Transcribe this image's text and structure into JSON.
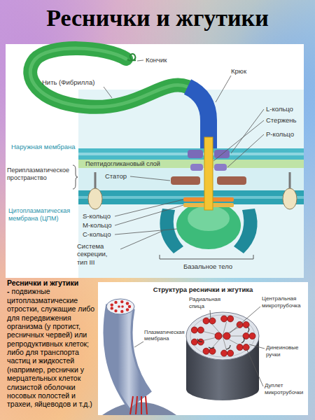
{
  "diagram": {
    "title": "Реснички и жгутики",
    "nodes": [
      {
        "text": [
          "Структура реснички и жгутика"
        ]
      }
    ],
    "labels": [
      "Кончик",
      "Нить (Фибрилла)",
      "Крюк",
      "L-кольцо",
      "Стержень",
      "P-кольцо",
      "Наружная мембрана",
      "Пептидогликановый слой",
      "Периплазматическое пространство",
      "Статор",
      "Цитоплазматическая мембрана (ЦПМ)",
      "S-кольцо",
      "M-кольцо",
      "C-кольцо",
      "Система секреции, тип III",
      "Базальное тело",
      "Реснички и жгутики -",
      "подвижные цитоплазматические отростки, служащие либо для передвижения организма (у протист, ресничных червей) или репродуктивных клеток; либо для транспорта частиц и жидкостей (например, реснички у мерцательных клеток слизистой оболочки носовых полостей и трахеи, яйцеводов и т.д.)",
      "Радиальная спица",
      "Центральная микротрубочка",
      "Плазматическая мембрана",
      "Динеиновые ручки",
      "Дуплет микротрубочки"
    ]
  }
}
